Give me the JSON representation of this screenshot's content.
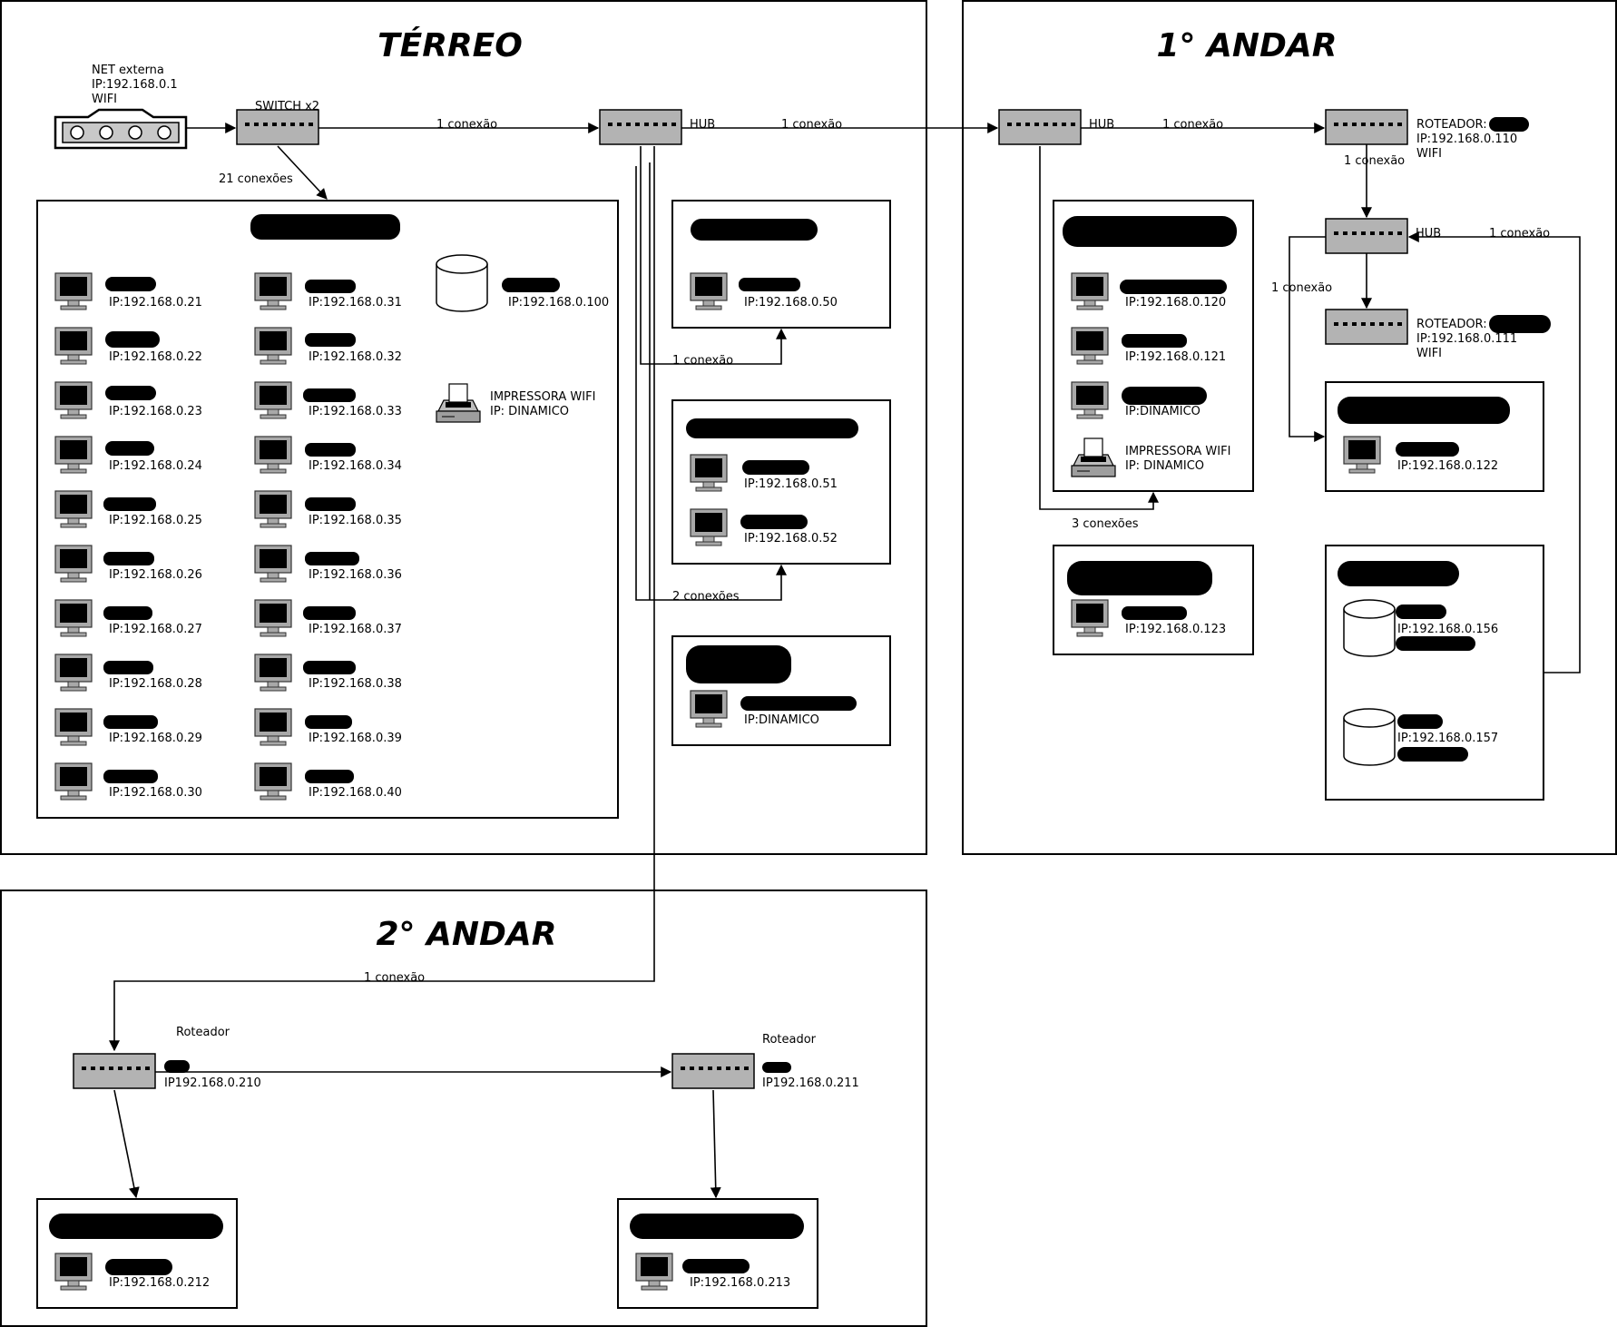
{
  "zones": {
    "terreo": "TÉRREO",
    "andar1": "1° ANDAR",
    "andar2": "2° ANDAR"
  },
  "terreo": {
    "modem_lines": [
      "NET externa",
      "IP:192.168.0.1",
      "WIFI"
    ],
    "switch_label": "SWITCH x2",
    "hub_label": "HUB",
    "conn_switch_hub": "1 conexão",
    "conn_switch_room": "21 conexões",
    "conn_hub_andar1": "1 conexão",
    "conn_hub_room50": "1 conexão",
    "conn_hub_room51": "2 conexões",
    "big_room_ips_col1": [
      "IP:192.168.0.21",
      "IP:192.168.0.22",
      "IP:192.168.0.23",
      "IP:192.168.0.24",
      "IP:192.168.0.25",
      "IP:192.168.0.26",
      "IP:192.168.0.27",
      "IP:192.168.0.28",
      "IP:192.168.0.29",
      "IP:192.168.0.30"
    ],
    "big_room_ips_col2": [
      "IP:192.168.0.31",
      "IP:192.168.0.32",
      "IP:192.168.0.33",
      "IP:192.168.0.34",
      "IP:192.168.0.35",
      "IP:192.168.0.36",
      "IP:192.168.0.37",
      "IP:192.168.0.38",
      "IP:192.168.0.39",
      "IP:192.168.0.40"
    ],
    "server_ip": "IP:192.168.0.100",
    "printer_lines": [
      "IMPRESSORA WIFI",
      "IP: DINAMICO"
    ],
    "room50_ip": "IP:192.168.0.50",
    "room51_ips": [
      "IP:192.168.0.51",
      "IP:192.168.0.52"
    ],
    "room_dyn_ip": "IP:DINAMICO"
  },
  "andar1": {
    "hub_label": "HUB",
    "conn_hub_router": "1 conexão",
    "router1_lines": [
      "ROTEADOR:",
      "IP:192.168.0.110",
      "WIFI"
    ],
    "conn_router_hub": "1 conexão",
    "hub2_label": "HUB",
    "conn_hub2_right": "1 conexão",
    "conn_hub2_left": "1 conexão",
    "router2_lines": [
      "ROTEADOR:",
      "IP:192.168.0.111",
      "WIFI"
    ],
    "room_a_ips": [
      "IP:192.168.0.120",
      "IP:192.168.0.121",
      "IP:DINAMICO"
    ],
    "printer_lines": [
      "IMPRESSORA WIFI",
      "IP: DINAMICO"
    ],
    "conn_hub_rooms": "3 conexões",
    "room_b_ip": "IP:192.168.0.123",
    "room_c_ip": "IP:192.168.0.122",
    "servers": [
      "IP:192.168.0.156",
      "IP:192.168.0.157"
    ]
  },
  "andar2": {
    "conn_in": "1 conexão",
    "router_a_label": "Roteador",
    "router_a_ip": "IP192.168.0.210",
    "router_b_label": "Roteador",
    "router_b_ip": "IP192.168.0.211",
    "room_a_ip": "IP:192.168.0.212",
    "room_b_ip": "IP:192.168.0.213"
  }
}
